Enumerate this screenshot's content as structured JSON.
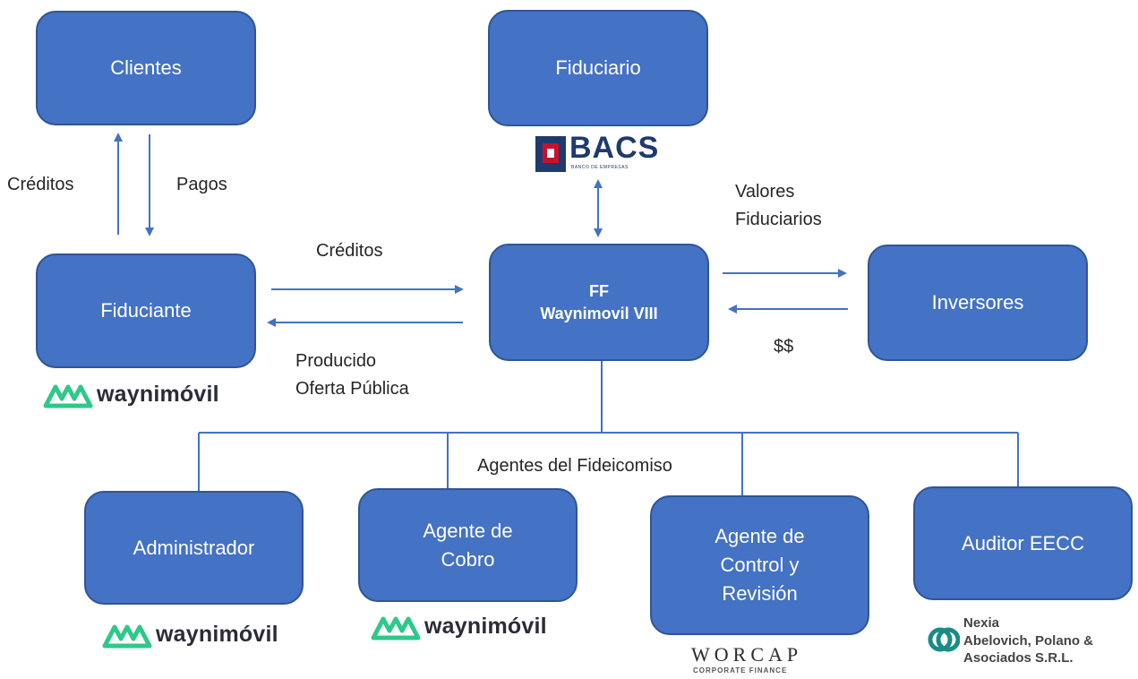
{
  "boxes": {
    "clientes": "Clientes",
    "fiduciario": "Fiduciario",
    "fiduciante": "Fiduciante",
    "ff": "FF\nWaynimovil VIII",
    "inversores": "Inversores",
    "administrador": "Administrador",
    "agente_cobro": "Agente de\nCobro",
    "agente_control": "Agente de\nControl y\nRevisión",
    "auditor": "Auditor EECC"
  },
  "labels": {
    "creditos_left": "Créditos",
    "pagos": "Pagos",
    "creditos_mid": "Créditos",
    "producido": "Producido\nOferta Pública",
    "valores": "Valores\nFiduciarios",
    "pesos": "$$",
    "agentes": "Agentes del Fideicomiso"
  },
  "logos": {
    "bacs": "BACS",
    "bacs_sub": "BANCO DE EMPRESAS",
    "waynimovil": "waynimóvil",
    "worcap": "WORCAP",
    "worcap_sub": "CORPORATE FINANCE",
    "nexia": "Nexia\nAbelovich, Polano &\nAsociados S.R.L."
  },
  "colors": {
    "box_fill": "#4472C4",
    "box_border": "#2F5597",
    "connector": "#4472C4",
    "wayni_green": "#2DC98A",
    "bacs_red": "#C8102E",
    "bacs_navy": "#1F3A6E",
    "nexia_teal": "#1A8C86"
  }
}
